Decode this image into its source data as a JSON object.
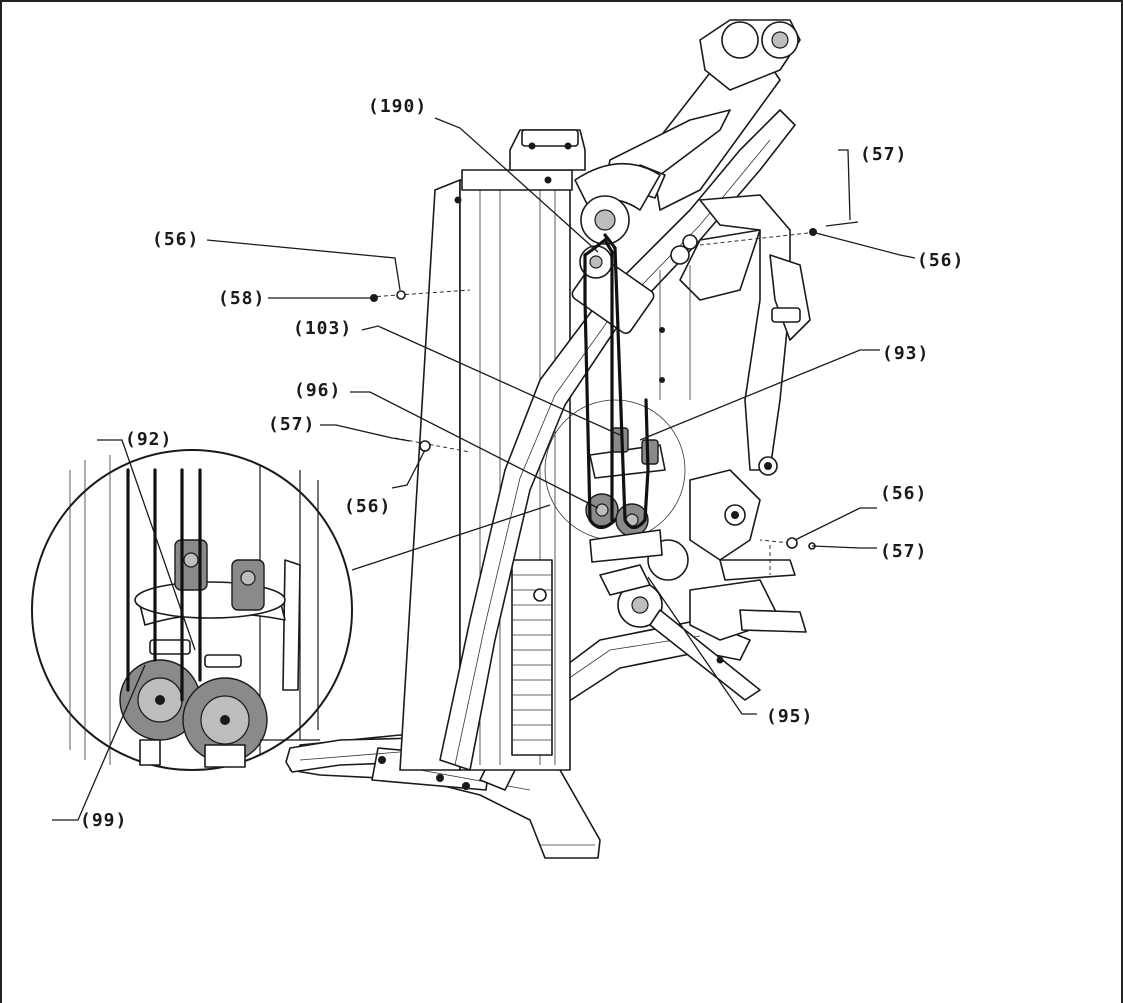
{
  "callouts": [
    {
      "id": "lbl-190",
      "text": "(190)"
    },
    {
      "id": "lbl-57a",
      "text": "(57)"
    },
    {
      "id": "lbl-56a",
      "text": "(56)"
    },
    {
      "id": "lbl-56b",
      "text": "(56)"
    },
    {
      "id": "lbl-58",
      "text": "(58)"
    },
    {
      "id": "lbl-103",
      "text": "(103)"
    },
    {
      "id": "lbl-93",
      "text": "(93)"
    },
    {
      "id": "lbl-96",
      "text": "(96)"
    },
    {
      "id": "lbl-92",
      "text": "(92)"
    },
    {
      "id": "lbl-57b",
      "text": "(57)"
    },
    {
      "id": "lbl-56c",
      "text": "(56)"
    },
    {
      "id": "lbl-56d",
      "text": "(56)"
    },
    {
      "id": "lbl-57c",
      "text": "(57)"
    },
    {
      "id": "lbl-95",
      "text": "(95)"
    },
    {
      "id": "lbl-99",
      "text": "(99)"
    }
  ]
}
